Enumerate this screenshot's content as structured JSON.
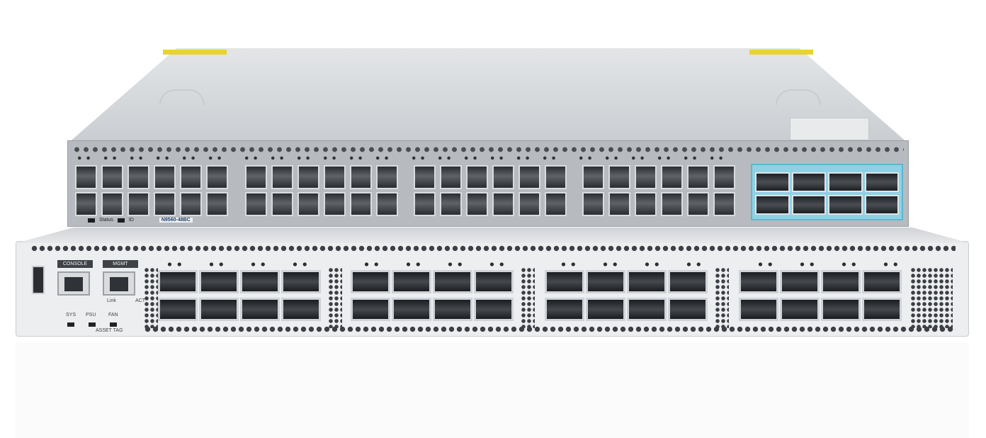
{
  "top_switch": {
    "model": "N9560-48BC",
    "status_label": "Status",
    "id_label": "ID"
  },
  "bottom_switch": {
    "console_label": "CONSOLE",
    "mgmt_label": "MGMT",
    "link_label": "Link",
    "act_label": "ACT",
    "sys_label": "SYS",
    "psu_label": "PSU",
    "fan_label": "FAN",
    "asset_tag_label": "ASSET TAG"
  },
  "colors": {
    "highlight_zone": "#8fd1e4",
    "warning_sticker": "#e8d42a",
    "chassis": "#edeef0"
  }
}
